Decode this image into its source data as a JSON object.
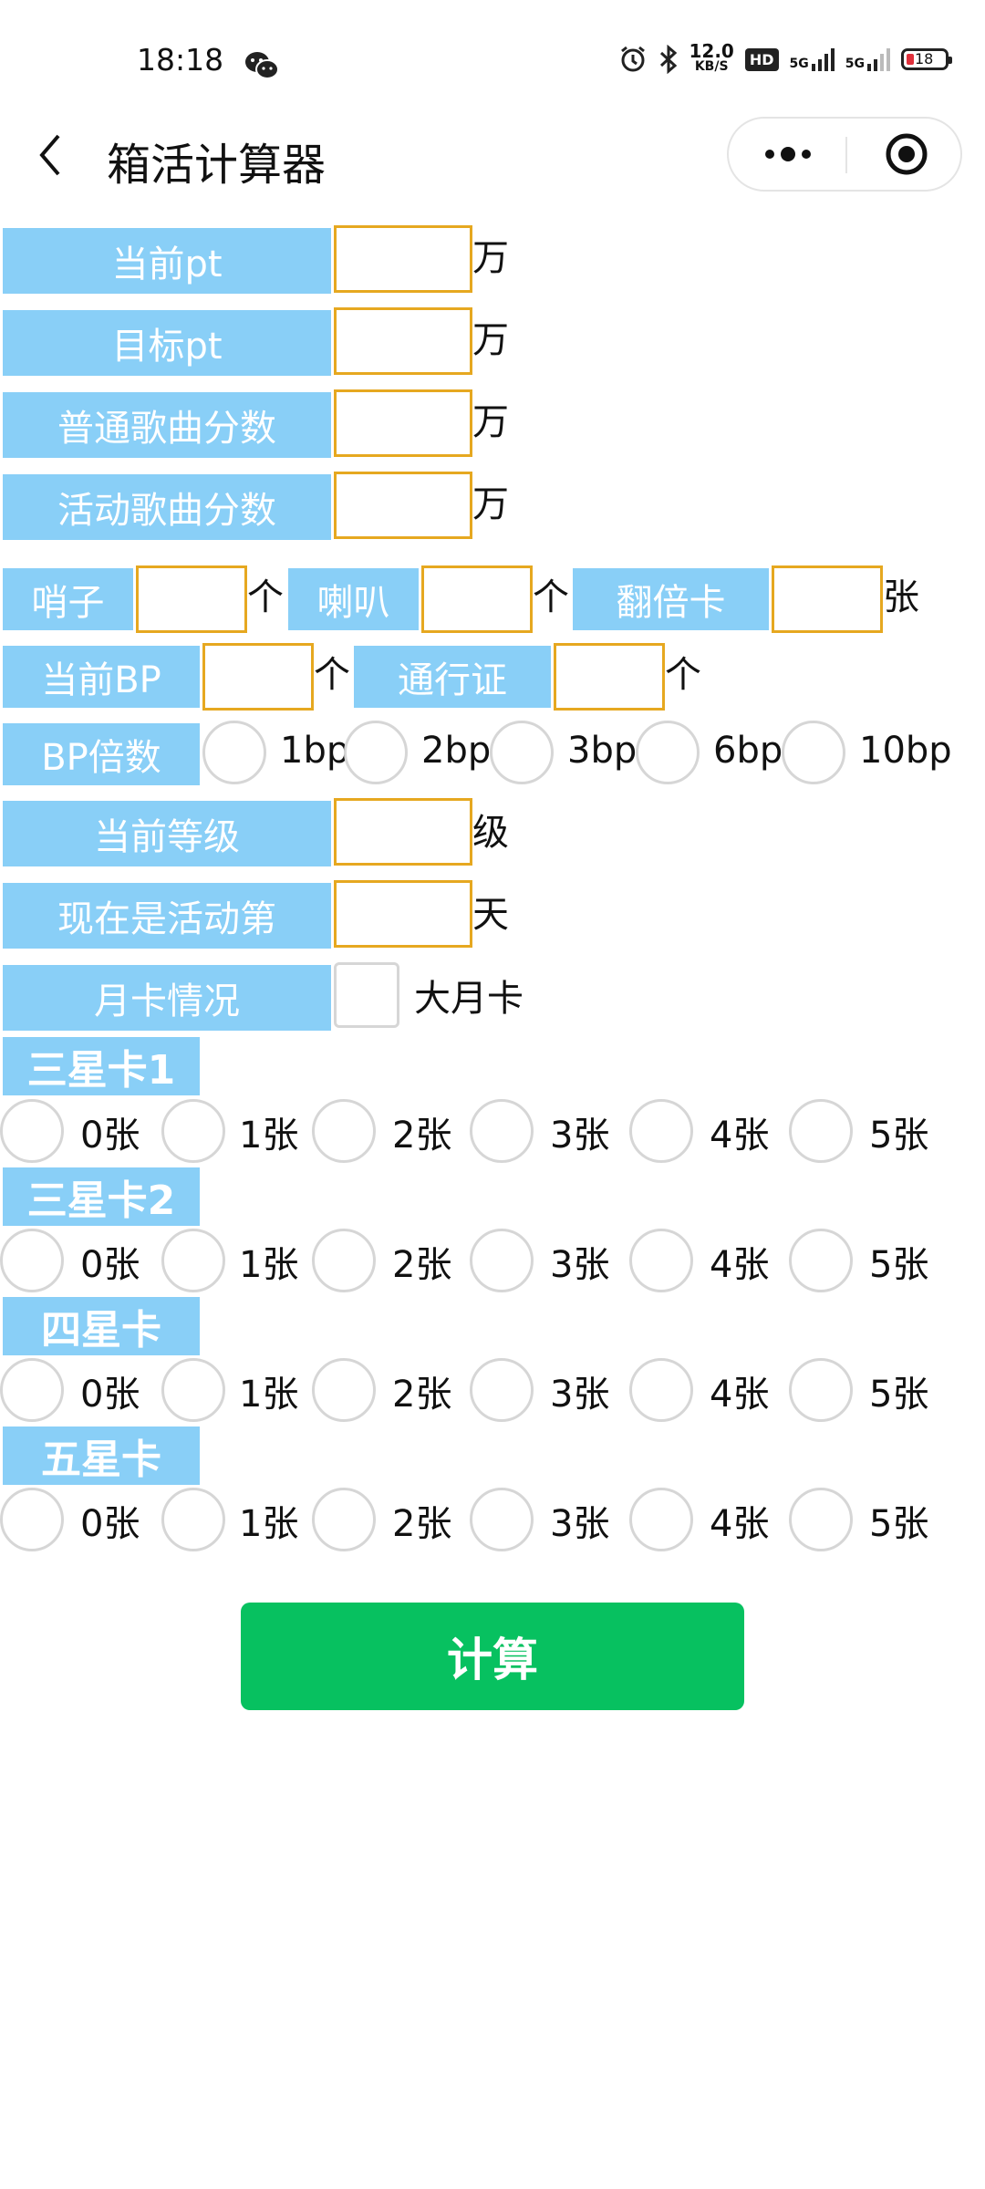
{
  "status_bar": {
    "time": "18:18",
    "network_speed_value": "12.0",
    "network_speed_unit": "KB/S",
    "hd_label": "HD",
    "signal1": "5G",
    "signal2": "5G",
    "battery": "18"
  },
  "nav": {
    "title": "箱活计算器"
  },
  "fields": {
    "current_pt": {
      "label": "当前pt",
      "value": "",
      "unit": "万"
    },
    "target_pt": {
      "label": "目标pt",
      "value": "",
      "unit": "万"
    },
    "normal_score": {
      "label": "普通歌曲分数",
      "value": "",
      "unit": "万"
    },
    "event_score": {
      "label": "活动歌曲分数",
      "value": "",
      "unit": "万"
    },
    "whistle": {
      "label": "哨子",
      "value": "",
      "unit": "个"
    },
    "horn": {
      "label": "喇叭",
      "value": "",
      "unit": "个"
    },
    "double_card": {
      "label": "翻倍卡",
      "value": "",
      "unit": "张"
    },
    "current_bp": {
      "label": "当前BP",
      "value": "",
      "unit": "个"
    },
    "pass": {
      "label": "通行证",
      "value": "",
      "unit": "个"
    },
    "current_level": {
      "label": "当前等级",
      "value": "",
      "unit": "级"
    },
    "event_day": {
      "label": "现在是活动第",
      "value": "",
      "unit": "天"
    }
  },
  "bp_multiplier": {
    "label": "BP倍数",
    "options": [
      "1bp",
      "2bp",
      "3bp",
      "6bp",
      "10bp"
    ]
  },
  "month_card": {
    "label": "月卡情况",
    "option": "大月卡",
    "checked": false
  },
  "card_groups": [
    {
      "label": "三星卡1",
      "options": [
        "0张",
        "1张",
        "2张",
        "3张",
        "4张",
        "5张"
      ]
    },
    {
      "label": "三星卡2",
      "options": [
        "0张",
        "1张",
        "2张",
        "3张",
        "4张",
        "5张"
      ]
    },
    {
      "label": "四星卡",
      "options": [
        "0张",
        "1张",
        "2张",
        "3张",
        "4张",
        "5张"
      ]
    },
    {
      "label": "五星卡",
      "options": [
        "0张",
        "1张",
        "2张",
        "3张",
        "4张",
        "5张"
      ]
    }
  ],
  "calculate_button": "计算",
  "icons": {
    "back": "back-arrow-icon",
    "more": "more-dots-icon",
    "close_capsule": "target-circle-icon"
  }
}
